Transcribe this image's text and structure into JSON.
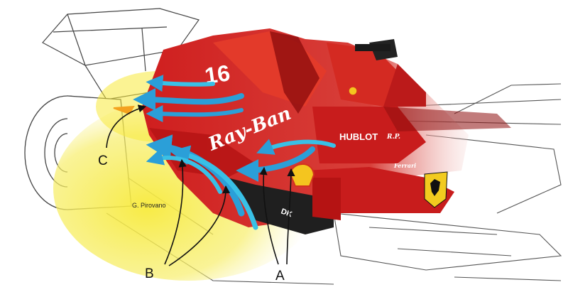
{
  "callouts": {
    "a": "A",
    "b": "B",
    "c": "C"
  },
  "credit": "G. Pirovano",
  "livery": {
    "car_number": "16",
    "sponsor_script": "Ray-Ban",
    "sponsor_watch": "HUBLOT",
    "engine_brand": "Ferrari",
    "signature": "R.P.",
    "sidepod_text": "DK"
  },
  "colors": {
    "body_red": "#cf1e1e",
    "dark_red": "#8e0e0e",
    "airflow_blue": "#2b9fd8",
    "airflow_cyan": "#39c0e6",
    "heat_yellow": "#f7ea3a",
    "heat_orange": "#f4a21e",
    "line": "#333333"
  },
  "icons": [
    "prancing-horse-badge",
    "shell-logo"
  ]
}
